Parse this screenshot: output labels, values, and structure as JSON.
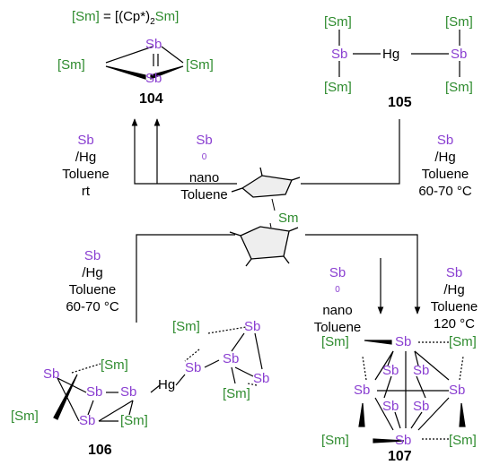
{
  "definition": {
    "sm": "[Sm]",
    "eq": " = [(Cp*)",
    "sub": "2",
    "sm2": "Sm]"
  },
  "atoms": {
    "sm": "[Sm]",
    "sb": "Sb",
    "hg": "Hg"
  },
  "central": {
    "sm_label": "Sm"
  },
  "compounds": {
    "c104": "104",
    "c105": "105",
    "c106": "106",
    "c107": "107"
  },
  "conditions": {
    "a": {
      "l1a": "Sb",
      "l1b": "/Hg",
      "l2": "Toluene",
      "l3": "rt"
    },
    "b": {
      "l1a": "Sb",
      "l1sup": "0",
      "l1b": " nano",
      "l2": "Toluene"
    },
    "c": {
      "l1a": "Sb",
      "l1b": "/Hg",
      "l2": "Toluene",
      "l3": "60-70 °C"
    },
    "d": {
      "l1a": "Sb",
      "l1b": "/Hg",
      "l2": "Toluene",
      "l3": "60-70 °C"
    },
    "e": {
      "l1a": "Sb",
      "l1sup": "0",
      "l1b": " nano",
      "l2": "Toluene"
    },
    "f": {
      "l1a": "Sb",
      "l1b": "/Hg",
      "l2": "Toluene",
      "l3": "120 °C"
    }
  },
  "colors": {
    "samarium": "#2e8b2e",
    "antimony": "#8a3fd1",
    "text": "#000000"
  }
}
